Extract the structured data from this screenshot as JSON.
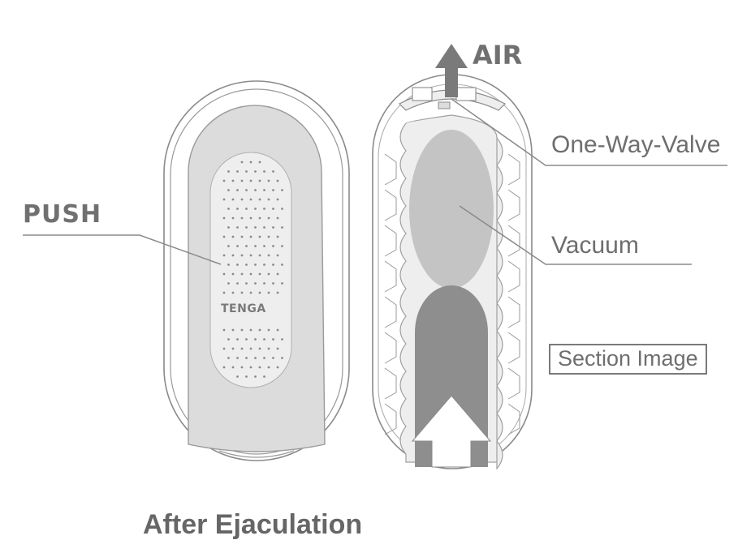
{
  "labels": {
    "push": "PUSH",
    "air": "AIR",
    "one_way_valve": "One-Way-Valve",
    "vacuum": "Vacuum",
    "section_image": "Section Image",
    "brand": "TENGA",
    "caption": "After Ejaculation"
  },
  "colors": {
    "outline": "#8a8a8a",
    "body_fill": "#dcdcdc",
    "inner_fill": "#eeeeee",
    "vacuum_fill": "#c4c4c4",
    "pressure_fill": "#8e8e8e",
    "text": "#6e6e6e"
  },
  "icons": {
    "air_arrow": "arrow-up-icon",
    "push_arrow": "arrow-up-icon"
  }
}
